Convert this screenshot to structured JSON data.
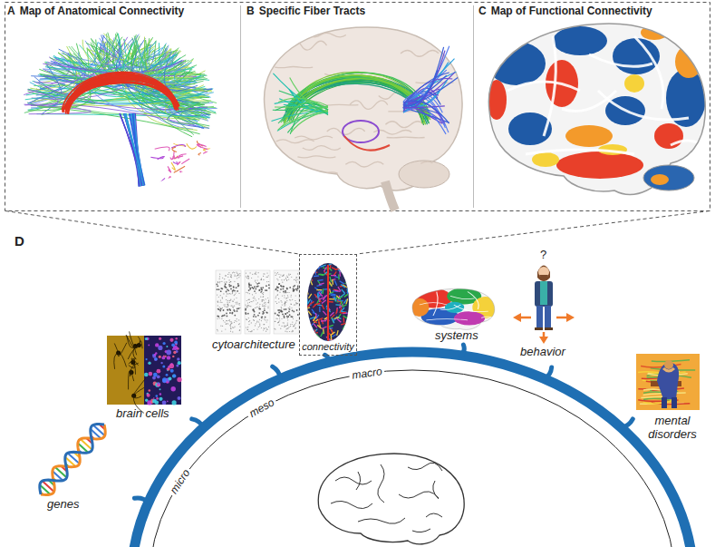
{
  "diagram": {
    "nodes": [
      {
        "text": [
          "A",
          "Map of Anatomical Connectivity"
        ]
      },
      {
        "text": [
          "B",
          "Specific Fiber Tracts"
        ]
      },
      {
        "text": [
          "C",
          "Map of Functional Connectivity"
        ]
      },
      {
        "text": [
          "connectivity"
        ]
      }
    ],
    "labels": [
      "D",
      "genes",
      "brain cells",
      "cytoarchitecture",
      "systems",
      "behavior",
      "?",
      "mental disorders",
      "micro",
      "meso",
      "macro"
    ]
  }
}
